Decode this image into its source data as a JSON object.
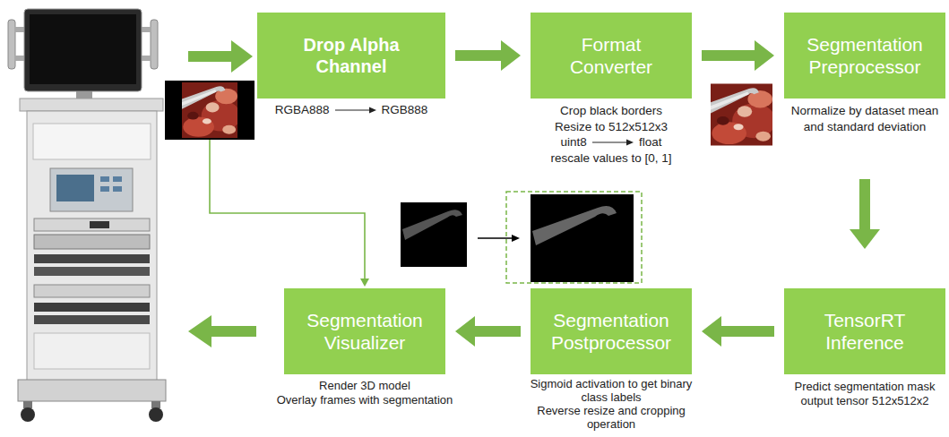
{
  "diagram": {
    "nodes": [
      {
        "text": [
          "Drop Alpha Channel",
          "RGBA888",
          "RGB888"
        ]
      },
      {
        "text": [
          "Format Converter",
          "Crop black borders",
          "Resize to 512x512x3",
          "uint8",
          "float",
          "rescale values to [0, 1]"
        ]
      },
      {
        "text": [
          "Segmentation Preprocessor",
          "Normalize by dataset mean and standard deviation"
        ]
      },
      {
        "text": [
          "TensorRT Inference",
          "Predict segmentation mask output tensor 512x512x2"
        ]
      },
      {
        "text": [
          "Segmentation Postprocessor",
          "Sigmoid activation to get binary class labels",
          "Reverse resize and cropping operation"
        ]
      },
      {
        "text": [
          "Segmentation Visualizer",
          "Render 3D model",
          "Overlay frames with segmentation"
        ]
      }
    ],
    "edges": [
      {
        "from": 0,
        "to": 1,
        "arrow": "to"
      },
      {
        "from": 1,
        "to": 2,
        "arrow": "to"
      },
      {
        "from": 2,
        "to": 3,
        "arrow": "to"
      },
      {
        "from": 3,
        "to": 4,
        "arrow": "to"
      },
      {
        "from": 4,
        "to": 5,
        "arrow": "to"
      }
    ]
  }
}
